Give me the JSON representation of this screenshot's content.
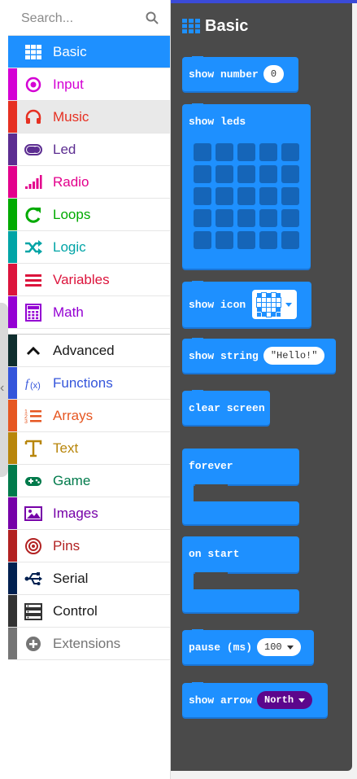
{
  "search": {
    "placeholder": "Search..."
  },
  "categories": [
    {
      "label": "Basic",
      "color": "#1e90ff",
      "icon": "grid-icon",
      "selected": true
    },
    {
      "label": "Input",
      "color": "#d400d4",
      "icon": "target-icon"
    },
    {
      "label": "Music",
      "color": "#e63022",
      "icon": "headphones-icon",
      "hovered": true
    },
    {
      "label": "Led",
      "color": "#5c2d91",
      "icon": "toggle-icon"
    },
    {
      "label": "Radio",
      "color": "#e3008c",
      "icon": "signal-bars-icon"
    },
    {
      "label": "Loops",
      "color": "#00aa00",
      "icon": "refresh-icon"
    },
    {
      "label": "Logic",
      "color": "#00a4a6",
      "icon": "shuffle-icon"
    },
    {
      "label": "Variables",
      "color": "#dc143c",
      "icon": "list-lines-icon"
    },
    {
      "label": "Math",
      "color": "#9400d3",
      "icon": "calculator-icon"
    },
    {
      "label": "Advanced",
      "color": "#0f2e2e",
      "icon": "chevron-up-icon"
    },
    {
      "label": "Functions",
      "color": "#3455db",
      "icon": "function-icon"
    },
    {
      "label": "Arrays",
      "color": "#e65722",
      "icon": "numbered-list-icon"
    },
    {
      "label": "Text",
      "color": "#b8860b",
      "icon": "text-icon"
    },
    {
      "label": "Game",
      "color": "#007a4b",
      "icon": "gamepad-icon"
    },
    {
      "label": "Images",
      "color": "#7600a8",
      "icon": "image-icon"
    },
    {
      "label": "Pins",
      "color": "#b22222",
      "icon": "pin-target-icon"
    },
    {
      "label": "Serial",
      "color": "#002050",
      "icon": "usb-icon"
    },
    {
      "label": "Control",
      "color": "#333333",
      "icon": "server-icon"
    },
    {
      "label": "Extensions",
      "color": "#757575",
      "icon": "plus-circle-icon"
    }
  ],
  "flyout": {
    "title": "Basic",
    "show_number": {
      "label": "show number",
      "value": "0"
    },
    "show_leds": {
      "label": "show leds"
    },
    "show_icon": {
      "label": "show icon"
    },
    "show_string": {
      "label": "show string",
      "value": "\"Hello!\""
    },
    "clear_screen": {
      "label": "clear screen"
    },
    "forever": {
      "label": "forever"
    },
    "on_start": {
      "label": "on start"
    },
    "pause": {
      "label": "pause (ms)",
      "value": "100"
    },
    "show_arrow": {
      "label": "show arrow",
      "value": "North"
    }
  }
}
